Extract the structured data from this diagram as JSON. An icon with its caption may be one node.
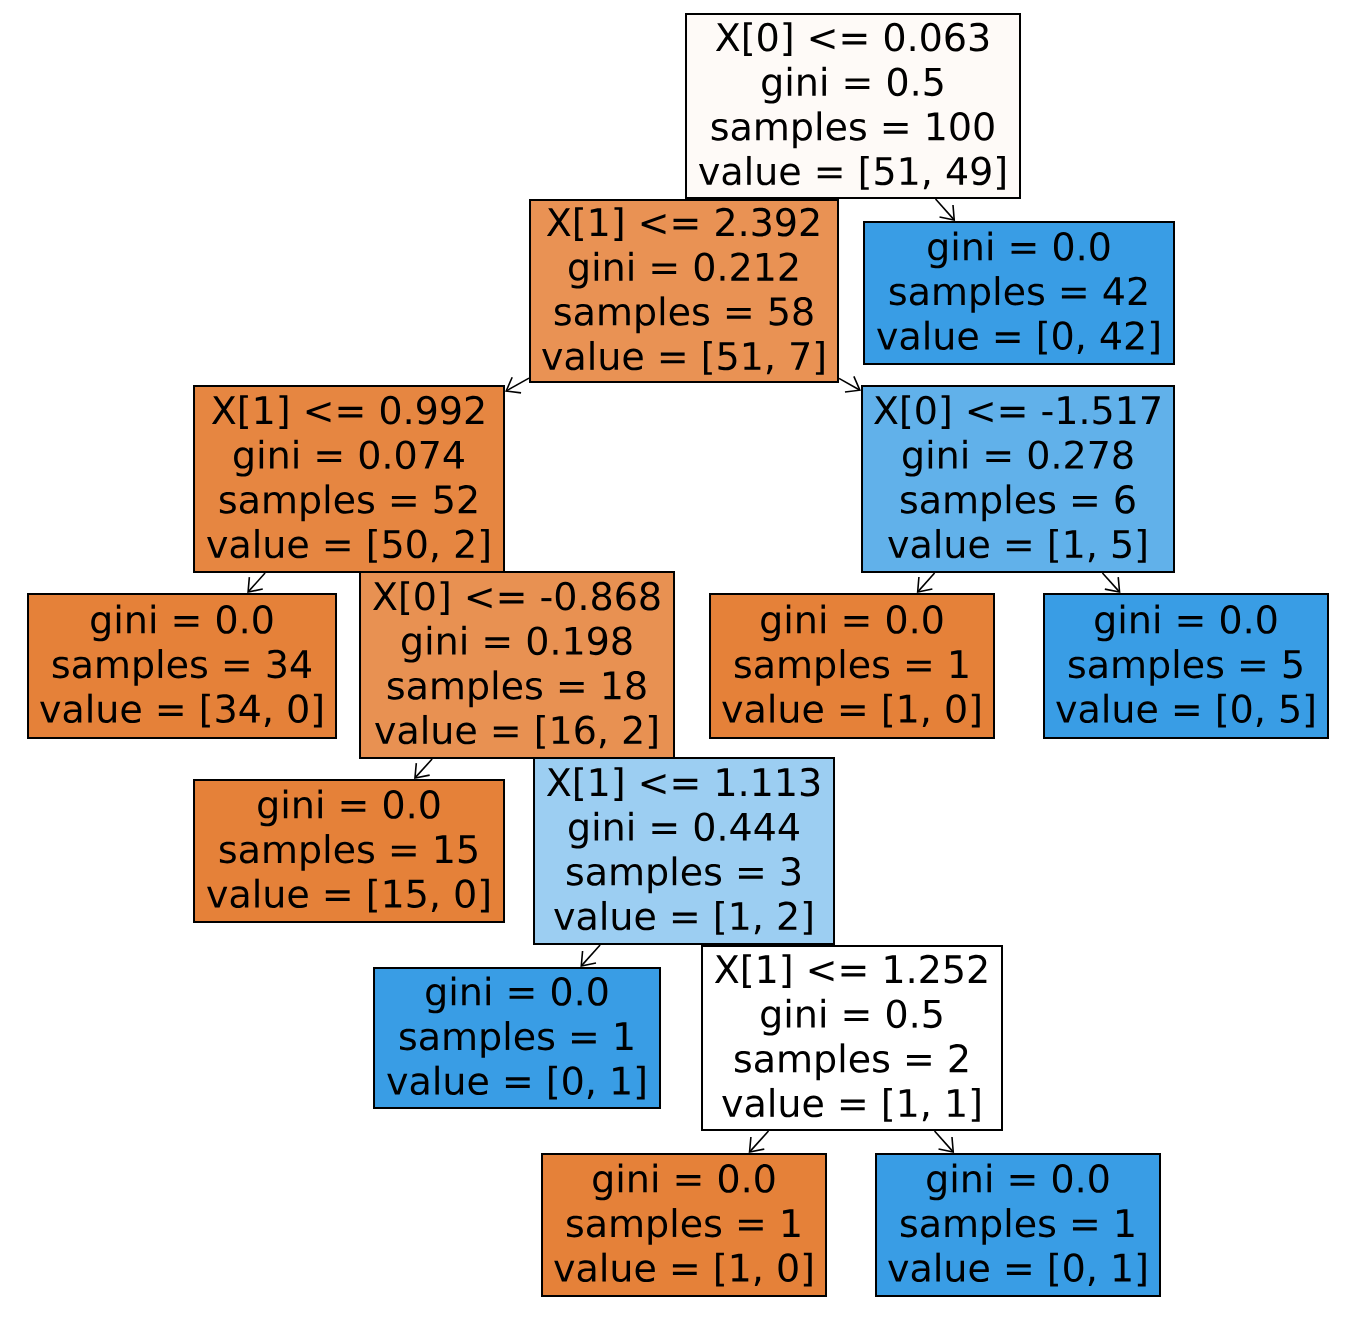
{
  "diagram": {
    "nodes": [
      {
        "text": [
          "X[0] <= 0.063",
          "gini = 0.5",
          "samples = 100",
          "value = [51, 49]"
        ]
      },
      {
        "text": [
          "X[1] <= 2.392",
          "gini = 0.212",
          "samples = 58",
          "value = [51, 7]"
        ]
      },
      {
        "text": [
          "gini = 0.0",
          "samples = 42",
          "value = [0, 42]"
        ]
      },
      {
        "text": [
          "X[1] <= 0.992",
          "gini = 0.074",
          "samples = 52",
          "value = [50, 2]"
        ]
      },
      {
        "text": [
          "X[0] <= -1.517",
          "gini = 0.278",
          "samples = 6",
          "value = [1, 5]"
        ]
      },
      {
        "text": [
          "gini = 0.0",
          "samples = 34",
          "value = [34, 0]"
        ]
      },
      {
        "text": [
          "X[0] <= -0.868",
          "gini = 0.198",
          "samples = 18",
          "value = [16, 2]"
        ]
      },
      {
        "text": [
          "gini = 0.0",
          "samples = 1",
          "value = [1, 0]"
        ]
      },
      {
        "text": [
          "gini = 0.0",
          "samples = 5",
          "value = [0, 5]"
        ]
      },
      {
        "text": [
          "gini = 0.0",
          "samples = 15",
          "value = [15, 0]"
        ]
      },
      {
        "text": [
          "X[1] <= 1.113",
          "gini = 0.444",
          "samples = 3",
          "value = [1, 2]"
        ]
      },
      {
        "text": [
          "gini = 0.0",
          "samples = 1",
          "value = [0, 1]"
        ]
      },
      {
        "text": [
          "X[1] <= 1.252",
          "gini = 0.5",
          "samples = 2",
          "value = [1, 1]"
        ]
      },
      {
        "text": [
          "gini = 0.0",
          "samples = 1",
          "value = [1, 0]"
        ]
      },
      {
        "text": [
          "gini = 0.0",
          "samples = 1",
          "value = [0, 1]"
        ]
      }
    ],
    "edges": [
      {
        "from": 0,
        "to": 2,
        "arrow": "to"
      },
      {
        "from": 1,
        "to": 3,
        "arrow": "to"
      },
      {
        "from": 1,
        "to": 4,
        "arrow": "to"
      },
      {
        "from": 3,
        "to": 5,
        "arrow": "to"
      },
      {
        "from": 4,
        "to": 7,
        "arrow": "to"
      },
      {
        "from": 4,
        "to": 8,
        "arrow": "to"
      },
      {
        "from": 6,
        "to": 9,
        "arrow": "to"
      },
      {
        "from": 10,
        "to": 11,
        "arrow": "to"
      },
      {
        "from": 12,
        "to": 13,
        "arrow": "to"
      },
      {
        "from": 12,
        "to": 14,
        "arrow": "to"
      }
    ]
  }
}
